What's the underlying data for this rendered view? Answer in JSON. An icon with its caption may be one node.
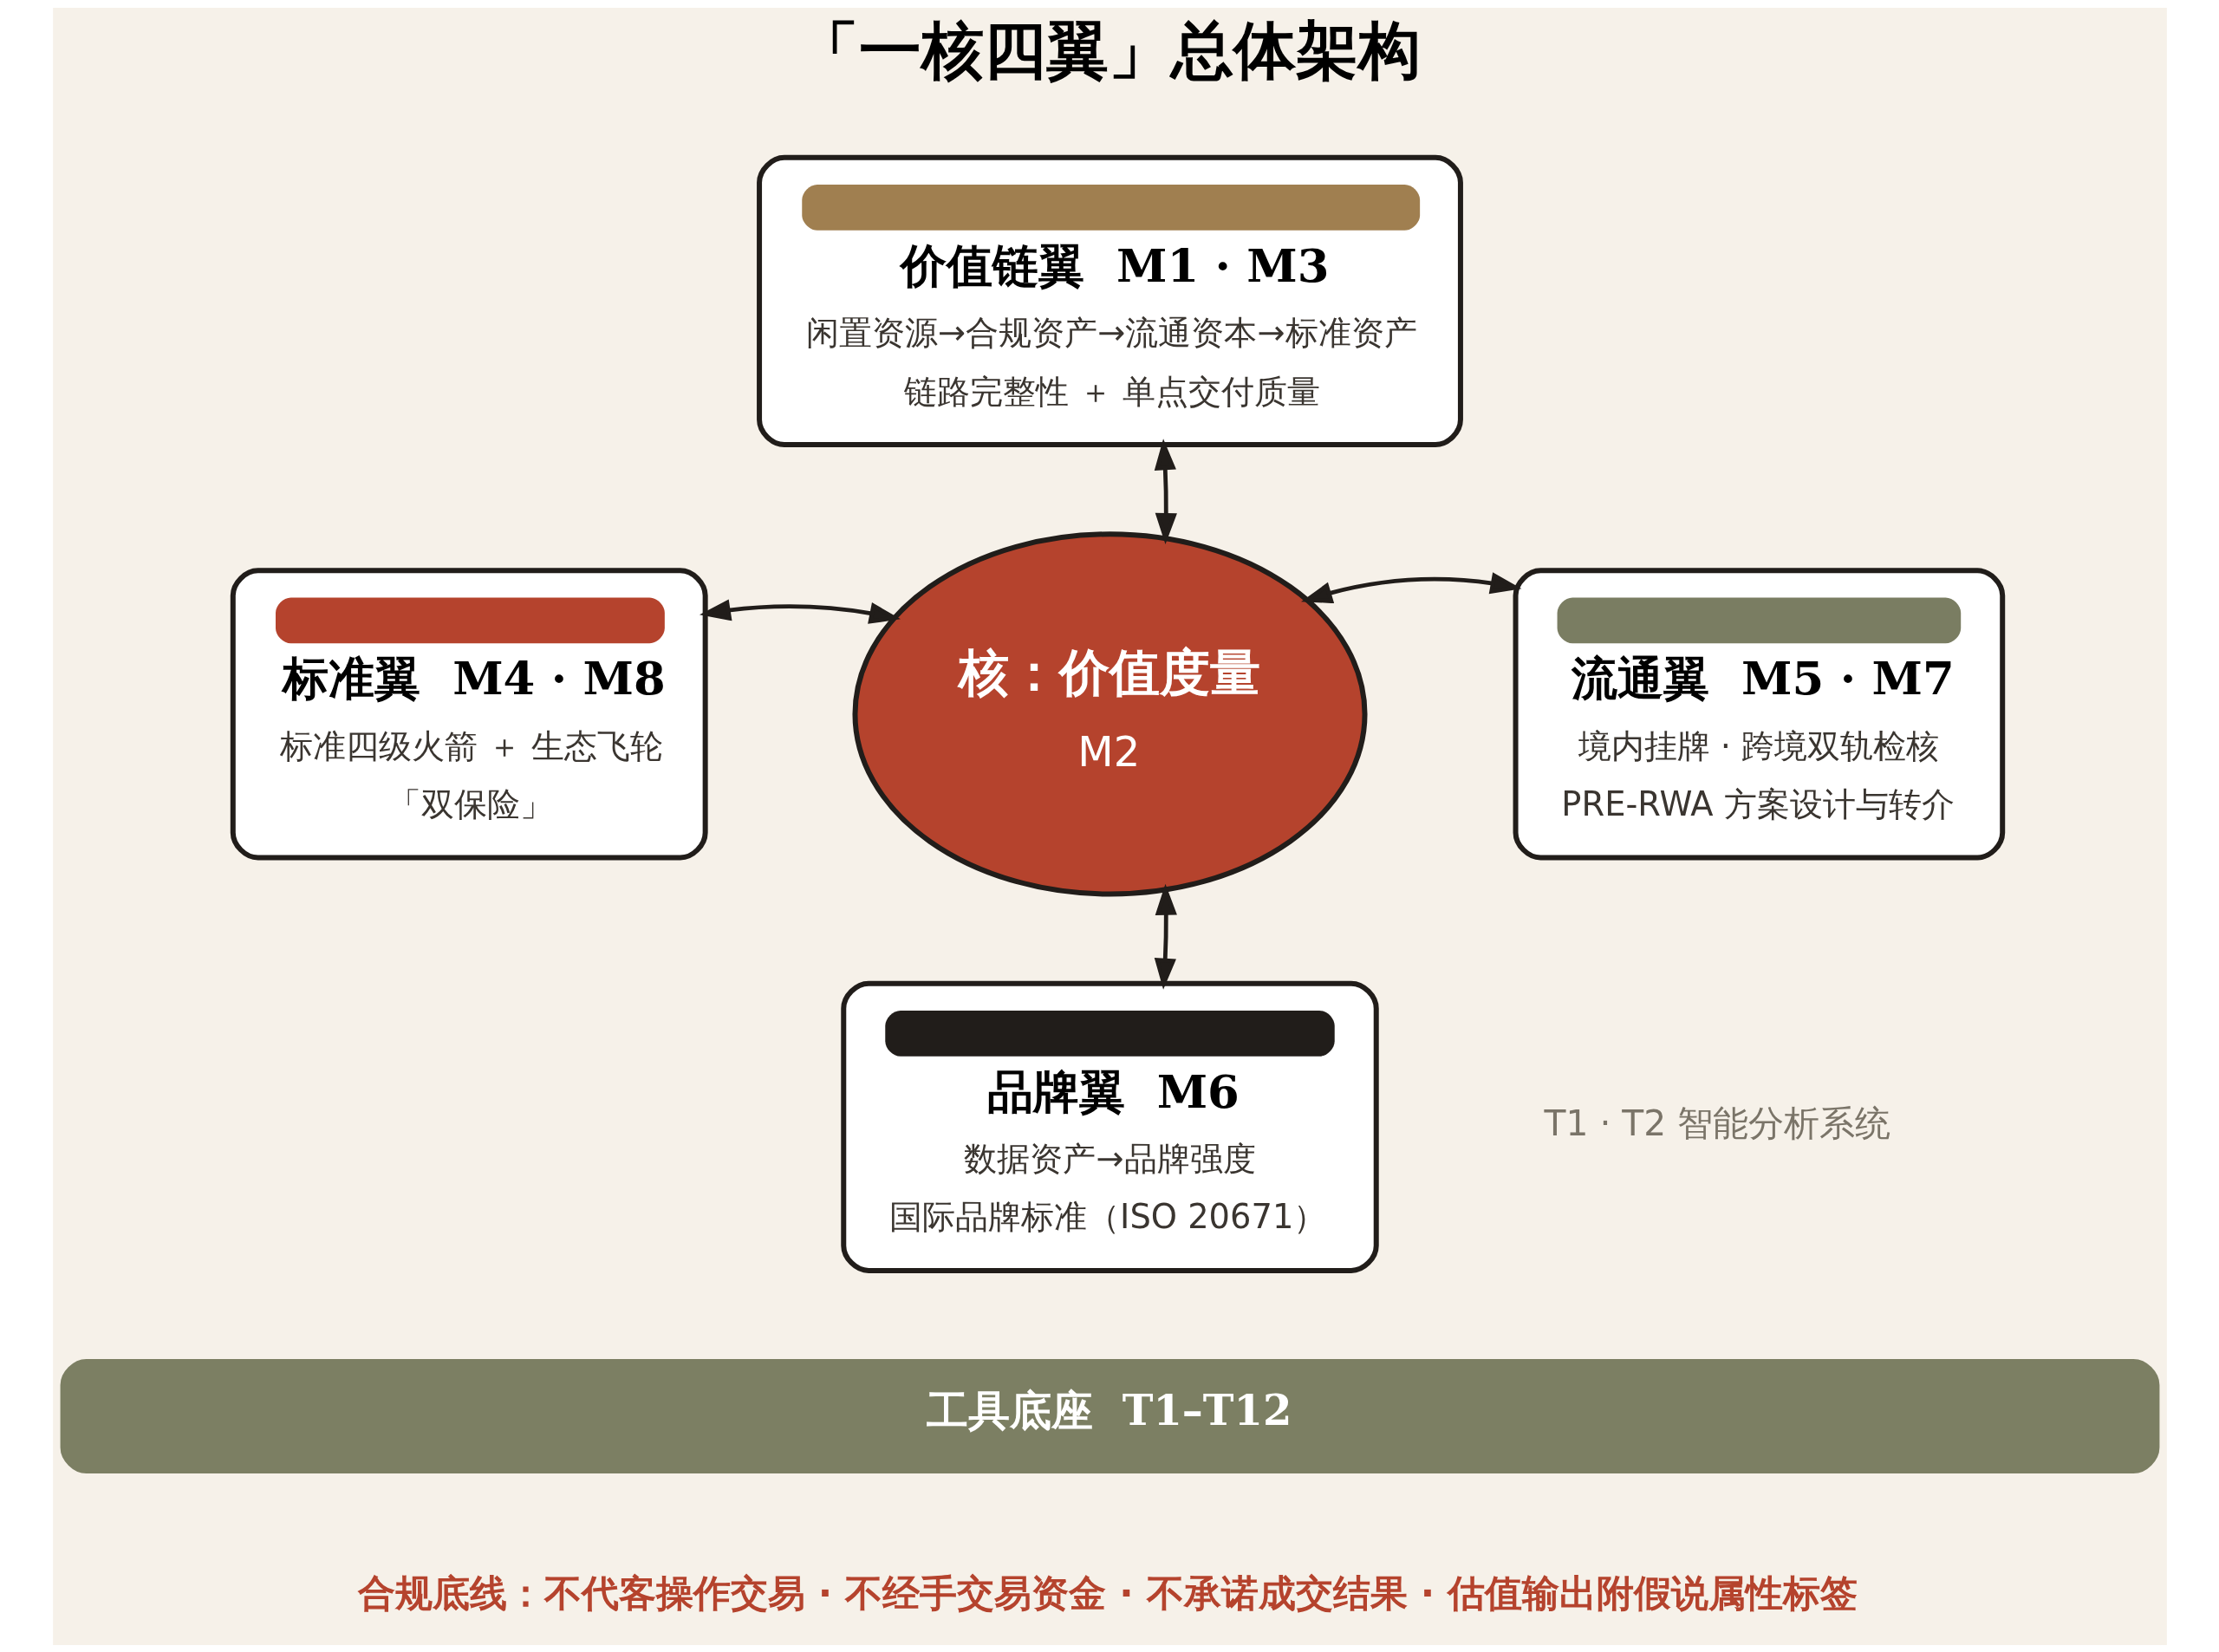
{
  "diagram": {
    "title": "「一核四翼」总体架构",
    "nodes": [
      {
        "text": [
          "价值链翼  M1 · M3",
          "闲置资源→合规资产→流通资本→标准资产",
          "链路完整性 ＋ 单点交付质量"
        ]
      },
      {
        "text": [
          "标准翼  M4 · M8",
          "标准四级火箭 ＋ 生态飞轮",
          "「双保险」"
        ]
      },
      {
        "text": [
          "核：价值度量",
          "M2"
        ]
      },
      {
        "text": [
          "流通翼  M5 · M7",
          "境内挂牌 · 跨境双轨检核",
          "PRE-RWA 方案设计与转介"
        ]
      },
      {
        "text": [
          "品牌翼  M6",
          "数据资产→品牌强度",
          "国际品牌标准（ISO 20671）"
        ]
      },
      {
        "text": [
          "工具底座  T1–T12"
        ]
      }
    ],
    "edges": [
      {
        "from": 0,
        "to": 2,
        "arrow": "both"
      },
      {
        "from": 1,
        "to": 2,
        "arrow": "both"
      },
      {
        "from": 2,
        "to": 3,
        "arrow": "both"
      },
      {
        "from": 2,
        "to": 4,
        "arrow": "both"
      }
    ],
    "labels": [
      "T1 · T2 智能分析系统",
      "合规底线：不代客操作交易 · 不经手交易资金 · 不承诺成交结果 · 估值输出附假说属性标签"
    ]
  }
}
